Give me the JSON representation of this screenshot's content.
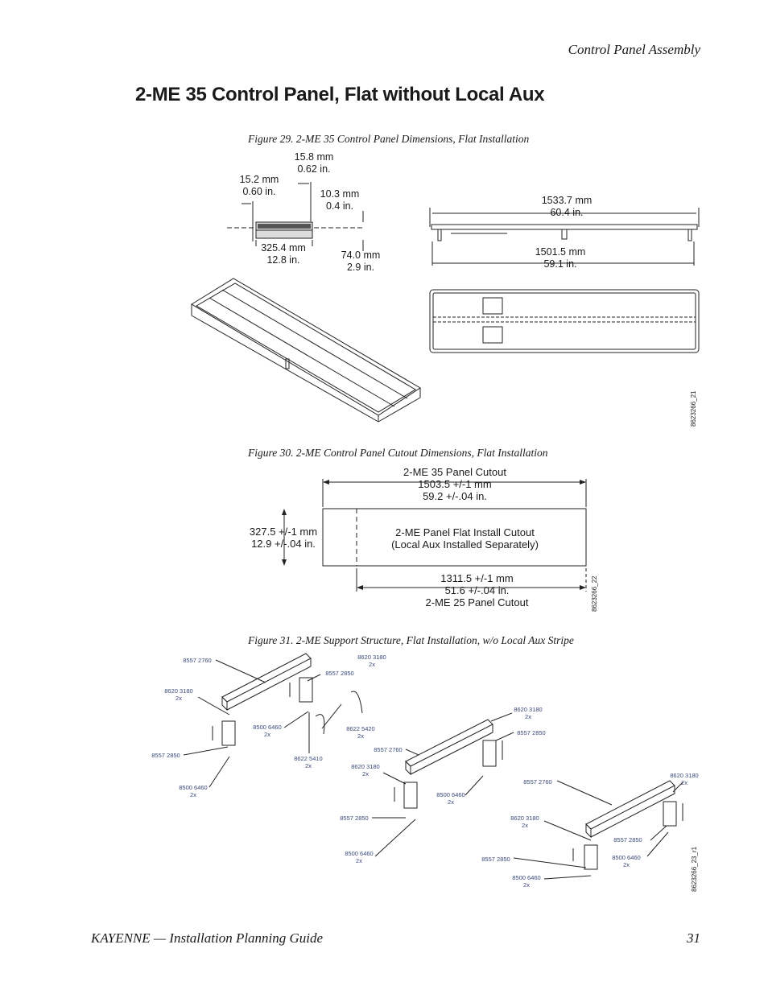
{
  "header": {
    "running_head": "Control Panel Assembly"
  },
  "page": {
    "title": "2-ME 35 Control Panel, Flat without Local Aux"
  },
  "figure29": {
    "caption": "Figure 29.  2-ME 35 Control Panel Dimensions, Flat Installation",
    "dims": {
      "d158": "15.8 mm\n0.62 in.",
      "d152": "15.2 mm\n0.60 in.",
      "d103": "10.3 mm\n0.4 in.",
      "d3254": "325.4 mm\n12.8 in.",
      "d740": "74.0 mm\n2.9 in.",
      "d15337": "1533.7 mm\n60.4 in.",
      "d15015": "1501.5 mm\n59.1 in."
    },
    "drawing_id": "8623266_21"
  },
  "figure30": {
    "caption": "Figure 30.  2-ME Control Panel Cutout Dimensions, Flat Installation",
    "top_label": "2-ME 35 Panel Cutout\n1503.5 +/-1 mm\n59.2 +/-.04 in.",
    "left_label": "327.5 +/-1 mm\n12.9 +/-.04 in.",
    "box_label": "2-ME Panel Flat Install Cutout\n(Local Aux Installed Separately)",
    "bottom_label": "1311.5 +/-1 mm\n51.6 +/-.04 in.\n2-ME 25 Panel Cutout",
    "drawing_id": "8623266_22"
  },
  "figure31": {
    "caption": "Figure 31.  2-ME Support Structure, Flat Installation, w/o Local Aux Stripe",
    "labels": {
      "a1": "8557 2760",
      "a2": "8620 3180\n2x",
      "a3": "8557 2850",
      "a4": "8620 3180\n2x",
      "a5": "8500 6460\n2x",
      "a6": "8622 5420\n2x",
      "a7": "8557 2850",
      "a8": "8622 5410\n2x",
      "a9": "8500 6460\n2x",
      "b1": "8620 3180\n2x",
      "b2": "8557 2850",
      "b3": "8557 2760",
      "b4": "8620 3180\n2x",
      "b5": "8500 6460\n2x",
      "b6": "8557 2850",
      "b7": "8500 6460\n2x",
      "c1": "8620 3180\n2x",
      "c2": "8557 2760",
      "c3": "8620 3180\n2x",
      "c4": "8557 2850",
      "c5": "8500 6460\n2x",
      "c6": "8557 2850",
      "c7": "8500 6460\n2x"
    },
    "drawing_id": "8623266_23_r1"
  },
  "footer": {
    "left": "KAYENNE  —  Installation Planning Guide",
    "page_number": "31"
  }
}
